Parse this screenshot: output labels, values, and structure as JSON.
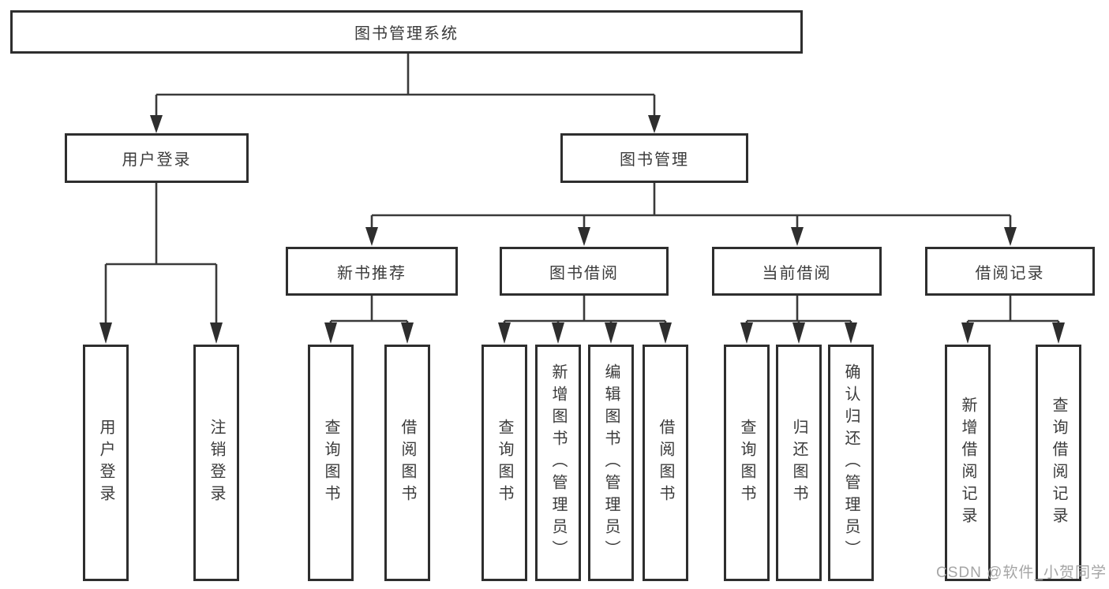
{
  "root": {
    "label": "图书管理系统"
  },
  "level2": [
    {
      "label": "用户登录",
      "parent": "图书管理系统"
    },
    {
      "label": "图书管理",
      "parent": "图书管理系统"
    }
  ],
  "level3": [
    {
      "label": "新书推荐",
      "parent": "图书管理"
    },
    {
      "label": "图书借阅",
      "parent": "图书管理"
    },
    {
      "label": "当前借阅",
      "parent": "图书管理"
    },
    {
      "label": "借阅记录",
      "parent": "图书管理"
    }
  ],
  "leaves": [
    {
      "label": "用户登录",
      "parent": "用户登录"
    },
    {
      "label": "注销登录",
      "parent": "用户登录"
    },
    {
      "label": "查询图书",
      "parent": "新书推荐"
    },
    {
      "label": "借阅图书",
      "parent": "新书推荐"
    },
    {
      "label": "查询图书",
      "parent": "图书借阅"
    },
    {
      "label": "新增图书（管理员）",
      "parent": "图书借阅"
    },
    {
      "label": "编辑图书（管理员）",
      "parent": "图书借阅"
    },
    {
      "label": "借阅图书",
      "parent": "图书借阅"
    },
    {
      "label": "查询图书",
      "parent": "当前借阅"
    },
    {
      "label": "归还图书",
      "parent": "当前借阅"
    },
    {
      "label": "确认归还（管理员）",
      "parent": "当前借阅"
    },
    {
      "label": "新增借阅记录",
      "parent": "借阅记录"
    },
    {
      "label": "查询借阅记录",
      "parent": "借阅记录"
    }
  ],
  "watermark": {
    "text": "CSDN @软件_小贺同学"
  },
  "colors": {
    "line": "#3a3a3a",
    "arrow": "#2e2e2e",
    "box_border": "#2e2e2e",
    "text": "#3b3b3b",
    "watermark": "#a5a5a5",
    "background": "#ffffff"
  }
}
